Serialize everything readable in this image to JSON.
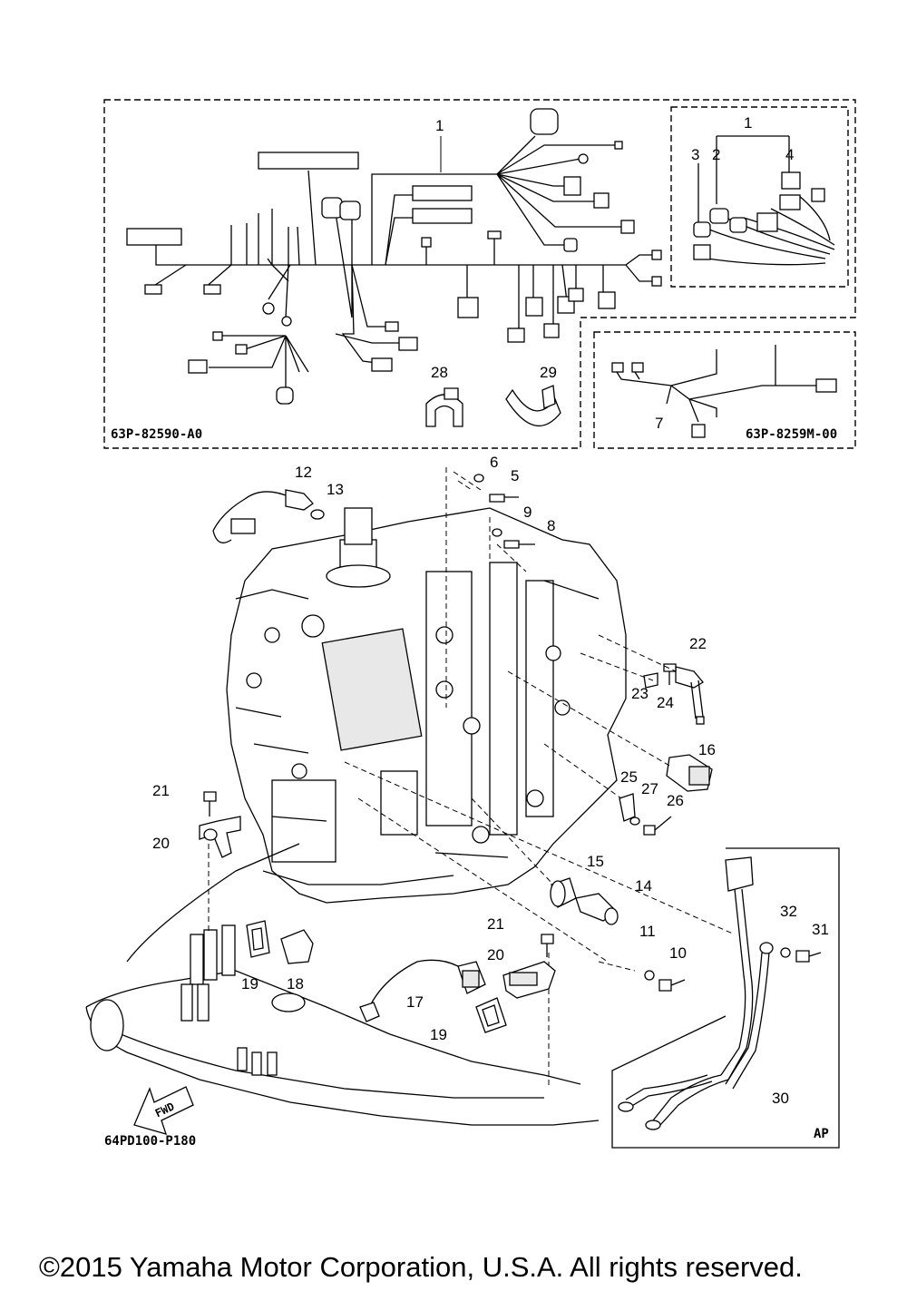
{
  "diagram": {
    "wire_harness_code": "63P-82590-A0",
    "sub_harness_code": "63P-8259M-00",
    "figure_code": "64PD100-P180",
    "variant_label": "AP",
    "fwd_label": "FWD",
    "copyright": "©2015 Yamaha Motor Corporation, U.S.A. All rights reserved."
  },
  "callouts": [
    "1",
    "1",
    "2",
    "3",
    "4",
    "5",
    "6",
    "7",
    "8",
    "9",
    "10",
    "11",
    "12",
    "13",
    "14",
    "15",
    "16",
    "17",
    "18",
    "19",
    "19",
    "20",
    "20",
    "21",
    "21",
    "22",
    "23",
    "24",
    "25",
    "26",
    "27",
    "28",
    "29",
    "30",
    "31",
    "32"
  ]
}
